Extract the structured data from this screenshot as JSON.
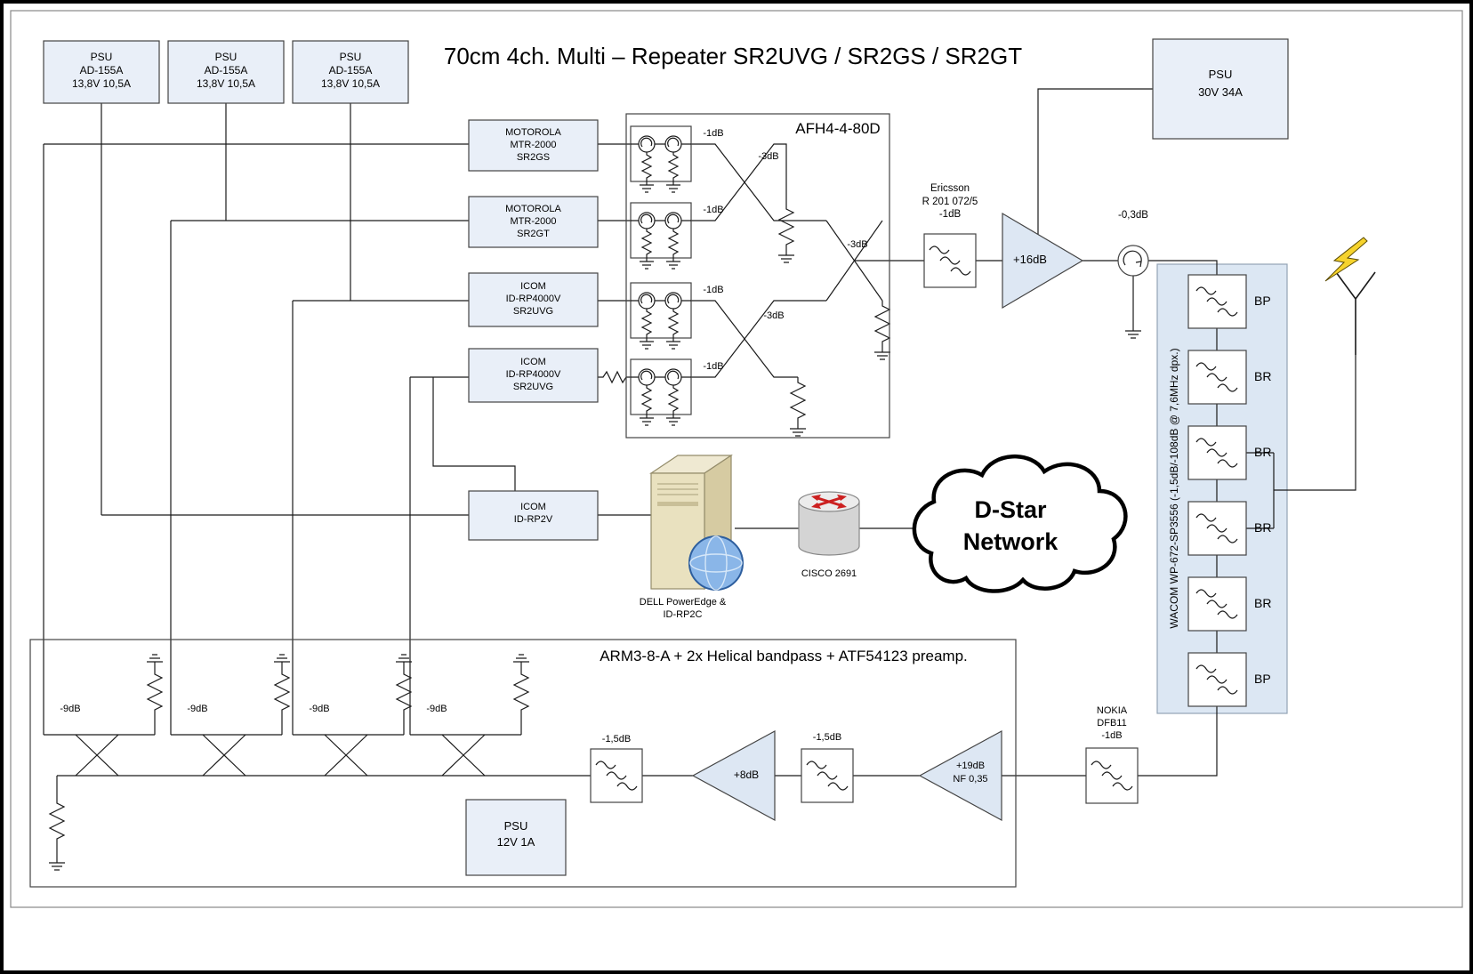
{
  "title": "70cm 4ch. Multi – Repeater SR2UVG / SR2GS / SR2GT",
  "psus": {
    "units": [
      {
        "line1": "PSU",
        "line2": "AD-155A",
        "line3": "13,8V 10,5A"
      },
      {
        "line1": "PSU",
        "line2": "AD-155A",
        "line3": "13,8V 10,5A"
      },
      {
        "line1": "PSU",
        "line2": "AD-155A",
        "line3": "13,8V 10,5A"
      }
    ],
    "main": {
      "line1": "PSU",
      "line2": "30V 34A"
    },
    "preamp": {
      "line1": "PSU",
      "line2": "12V 1A"
    }
  },
  "radios": [
    {
      "line1": "MOTOROLA",
      "line2": "MTR-2000",
      "line3": "SR2GS"
    },
    {
      "line1": "MOTOROLA",
      "line2": "MTR-2000",
      "line3": "SR2GT"
    },
    {
      "line1": "ICOM",
      "line2": "ID-RP4000V",
      "line3": "SR2UVG"
    },
    {
      "line1": "ICOM",
      "line2": "ID-RP4000V",
      "line3": "SR2UVG"
    },
    {
      "line1": "ICOM",
      "line2": "ID-RP2V"
    }
  ],
  "combiner": {
    "title": "AFH4-4-80D",
    "port_losses": [
      "-1dB",
      "-1dB",
      "-1dB",
      "-1dB"
    ],
    "hybrid_losses": [
      "-3dB",
      "-3dB",
      "-3dB"
    ]
  },
  "tx": {
    "ericsson": {
      "line1": "Ericsson",
      "line2": "R 201 072/5",
      "line3": "-1dB"
    },
    "pa_gain": "+16dB",
    "circulator_loss": "-0,3dB"
  },
  "duplexer": {
    "label": "WACOM WP-672-SP3556 (-1,5dB/-108dB @ 7,6MHz dpx.)",
    "filters": [
      "BP",
      "BR",
      "BR",
      "BR",
      "BR",
      "BP"
    ]
  },
  "rx": {
    "box_title": "ARM3-8-A + 2x Helical bandpass + ATF54123 preamp.",
    "coupler_losses": [
      "-9dB",
      "-9dB",
      "-9dB",
      "-9dB"
    ],
    "filter1": "-1,5dB",
    "amp1": "+8dB",
    "filter2": "-1,5dB",
    "preamp": {
      "line1": "+19dB",
      "line2": "NF 0,35"
    },
    "nokia": {
      "line1": "NOKIA",
      "line2": "DFB11",
      "line3": "-1dB"
    }
  },
  "network": {
    "server": {
      "line1": "DELL PowerEdge &",
      "line2": "ID-RP2C"
    },
    "router": "CISCO 2691",
    "cloud": {
      "line1": "D-Star",
      "line2": "Network"
    }
  },
  "colors": {
    "box_fill": "#e9eff8",
    "panel_fill": "#dce7f3",
    "line": "#1a1a1a",
    "cloud_outline": "#000000",
    "lightning": "#f6d32d",
    "globe": "#8ab6e8",
    "router_arrows": "#cc2020"
  }
}
